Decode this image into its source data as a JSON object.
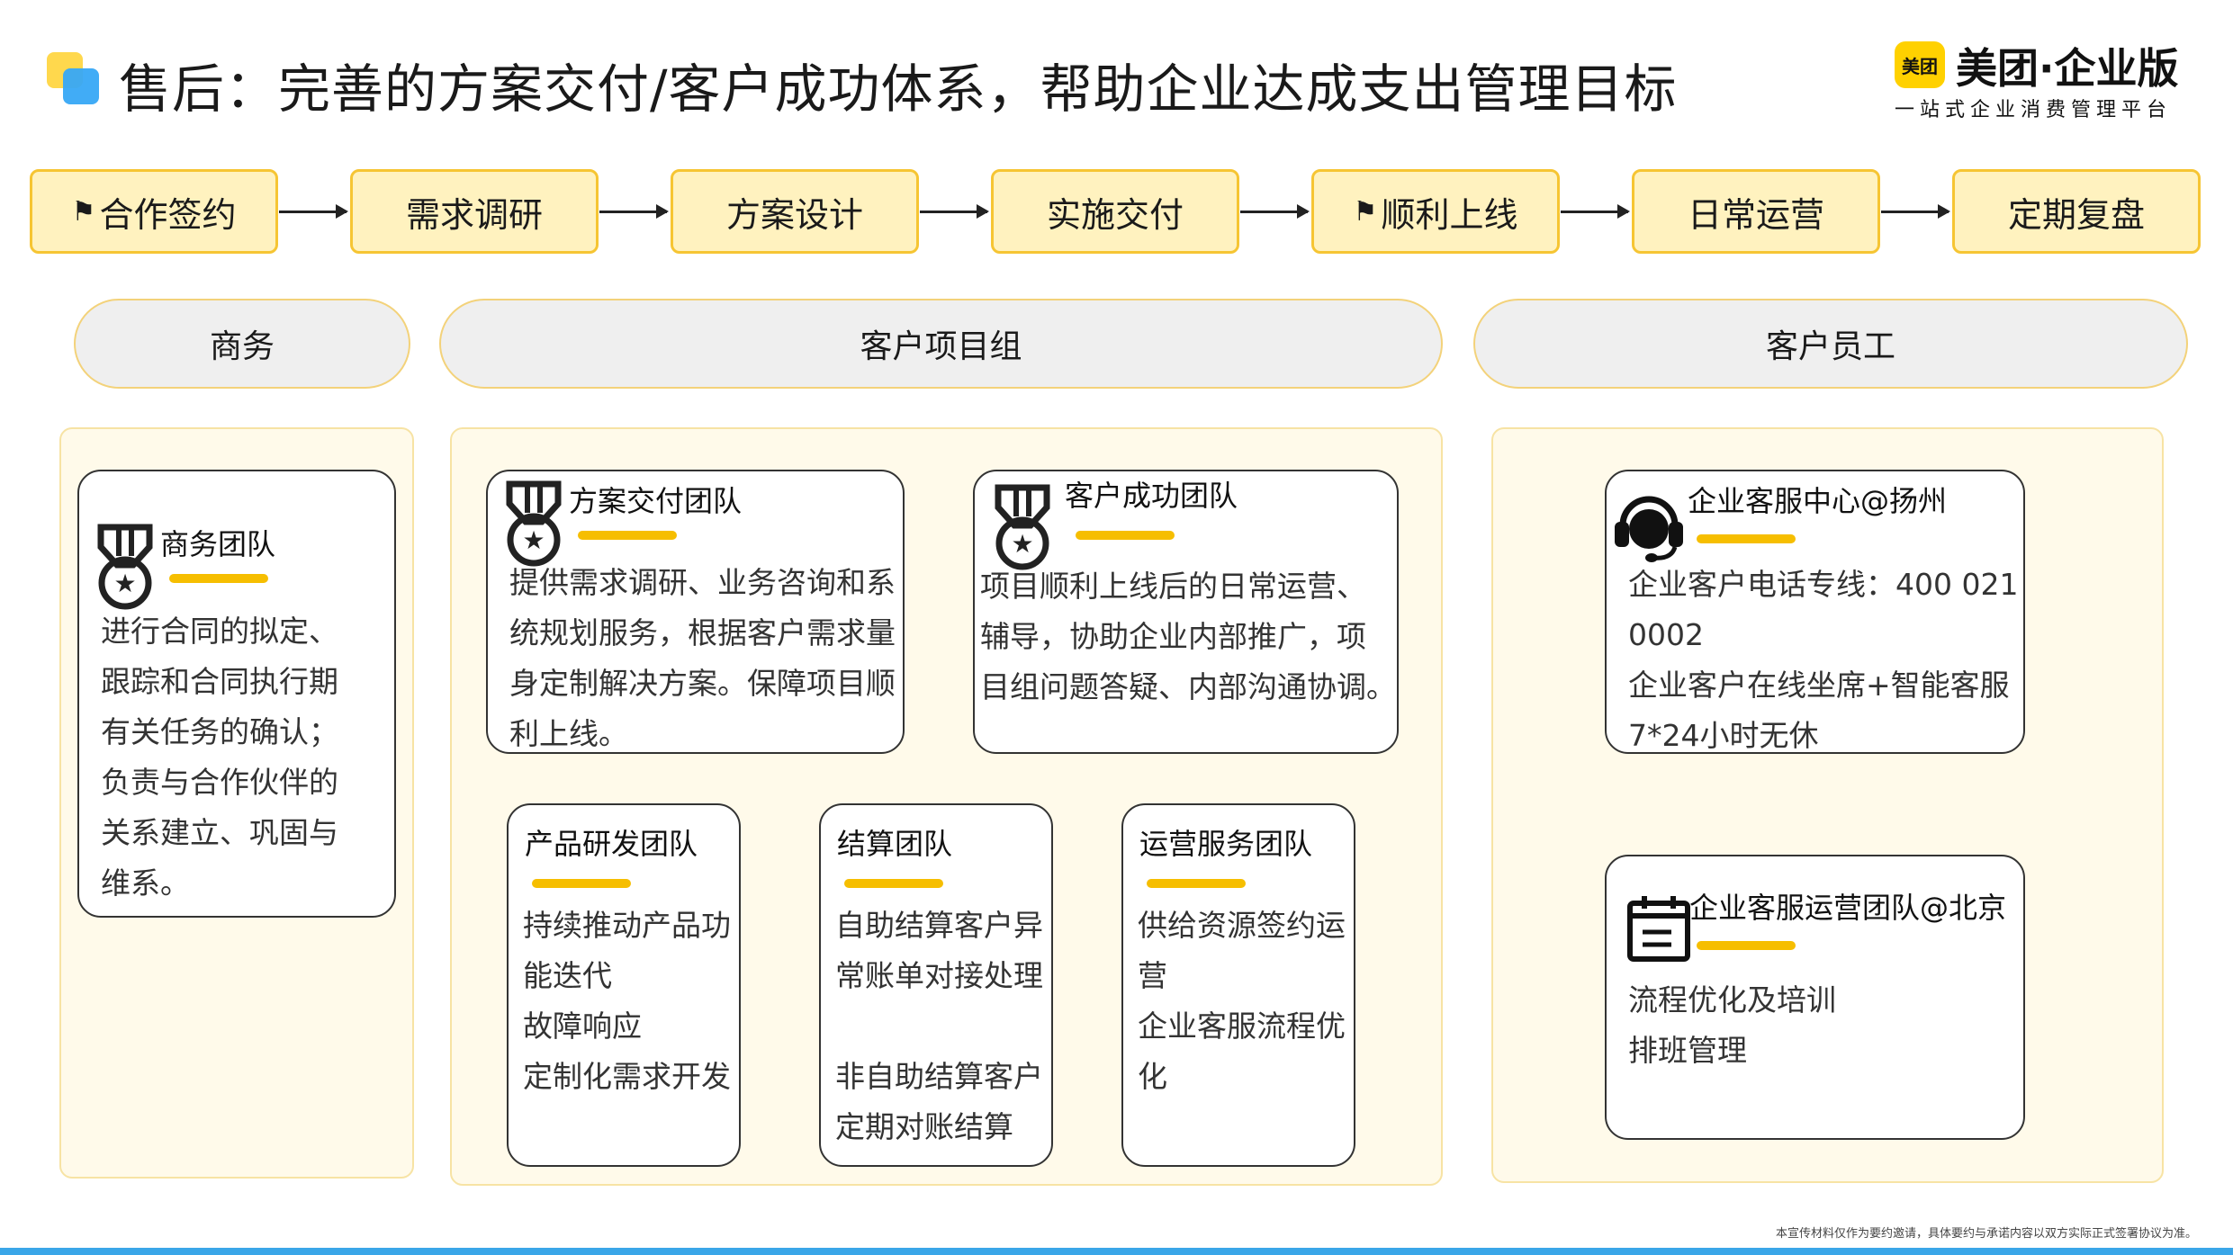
{
  "header": {
    "title": "售后：完善的方案交付/客户成功体系，帮助企业达成支出管理目标",
    "brand_badge": "美团",
    "brand_name": "美团·企业版",
    "brand_tagline": "一站式企业消费管理平台"
  },
  "process_steps": [
    {
      "label": "合作签约",
      "flag": true
    },
    {
      "label": "需求调研",
      "flag": false
    },
    {
      "label": "方案设计",
      "flag": false
    },
    {
      "label": "实施交付",
      "flag": false
    },
    {
      "label": "顺利上线",
      "flag": true
    },
    {
      "label": "日常运营",
      "flag": false
    },
    {
      "label": "定期复盘",
      "flag": false
    }
  ],
  "groups": {
    "business": "商务",
    "project": "客户项目组",
    "employee": "客户员工"
  },
  "cards": {
    "business_team": {
      "title": "商务团队",
      "body": "进行合同的拟定、\n跟踪和合同执行期\n有关任务的确认；\n负责与合作伙伴的\n关系建立、巩固与\n维系。"
    },
    "delivery_team": {
      "title": "方案交付团队",
      "body": "提供需求调研、业务咨询和系\n统规划服务，根据客户需求量\n身定制解决方案。保障项目顺\n利上线。"
    },
    "success_team": {
      "title": "客户成功团队",
      "body": "项目顺利上线后的日常运营、\n辅导，协助企业内部推广，项\n目组问题答疑、内部沟通协调。"
    },
    "rd_team": {
      "title": "产品研发团队",
      "body": "持续推动产品功\n能迭代\n故障响应\n定制化需求开发"
    },
    "settlement_team": {
      "title": "结算团队",
      "body": "自助结算客户异\n常账单对接处理\n\n非自助结算客户\n定期对账结算"
    },
    "ops_team": {
      "title": "运营服务团队",
      "body": "供给资源签约运\n营\n企业客服流程优\n化"
    },
    "service_center": {
      "title": "企业客服中心@扬州",
      "body": "企业客户电话专线：400 021\n0002\n企业客户在线坐席+智能客服\n7*24小时无休"
    },
    "service_ops": {
      "title": "企业客服运营团队@北京",
      "body": "流程优化及培训\n排班管理"
    }
  },
  "footer": {
    "disclaimer": "本宣传材料仅作为要约邀请，具体要约与承诺内容以双方实际正式签署协议为准。"
  },
  "colors": {
    "accent_yellow": "#f6be00",
    "step_fill": "#fff2bf",
    "panel_fill": "#fffaea",
    "bottom_line": "#3aa6e8"
  }
}
